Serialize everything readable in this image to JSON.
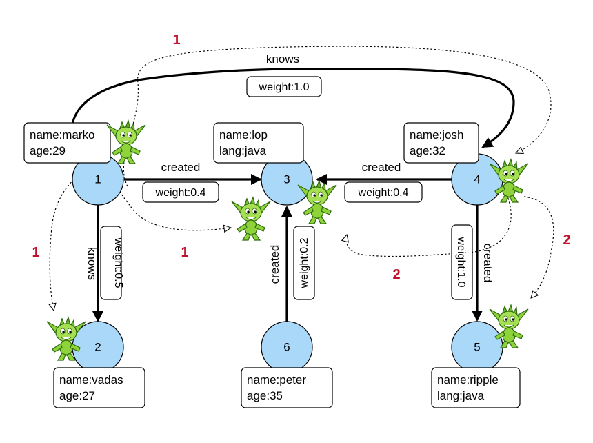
{
  "colors": {
    "node_fill": "#a9d8f8",
    "edge": "#000000",
    "step_label": "#c0102a",
    "goblin_body": "#8ed33a",
    "goblin_dark": "#2f6b10"
  },
  "nodes": [
    {
      "id": "1",
      "props": [
        "name:marko",
        "age:29"
      ]
    },
    {
      "id": "2",
      "props": [
        "name:vadas",
        "age:27"
      ]
    },
    {
      "id": "3",
      "props": [
        "name:lop",
        "lang:java"
      ]
    },
    {
      "id": "4",
      "props": [
        "name:josh",
        "age:32"
      ]
    },
    {
      "id": "5",
      "props": [
        "name:ripple",
        "lang:java"
      ]
    },
    {
      "id": "6",
      "props": [
        "name:peter",
        "age:35"
      ]
    }
  ],
  "edges": [
    {
      "from": "1",
      "to": "4",
      "label": "knows",
      "weight": "weight:1.0"
    },
    {
      "from": "1",
      "to": "3",
      "label": "created",
      "weight": "weight:0.4"
    },
    {
      "from": "4",
      "to": "3",
      "label": "created",
      "weight": "weight:0.4"
    },
    {
      "from": "1",
      "to": "2",
      "label": "knows",
      "weight": "weight:0.5"
    },
    {
      "from": "6",
      "to": "3",
      "label": "created",
      "weight": "weight:0.2"
    },
    {
      "from": "4",
      "to": "5",
      "label": "created",
      "weight": "weight:1.0"
    }
  ],
  "traversal_steps": [
    "1",
    "1",
    "1",
    "2",
    "2"
  ],
  "icons": [
    "goblin-icon"
  ]
}
